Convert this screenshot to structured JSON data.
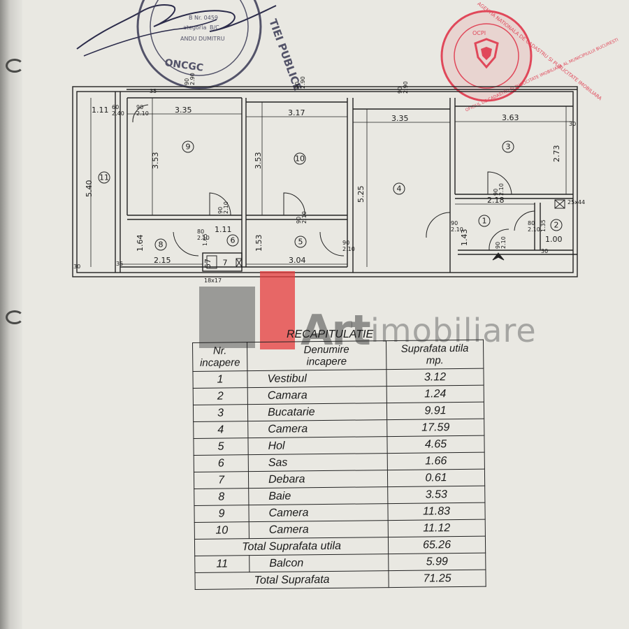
{
  "plan": {
    "dims_h": [
      {
        "id": "d1",
        "text": "3.35"
      },
      {
        "id": "d2",
        "text": "3.17"
      },
      {
        "id": "d3",
        "text": "3.35"
      },
      {
        "id": "d4",
        "text": "3.63"
      },
      {
        "id": "d5",
        "text": "1.11"
      },
      {
        "id": "d6",
        "text": "2.18"
      },
      {
        "id": "d7",
        "text": "2.15"
      },
      {
        "id": "d8",
        "text": "3.04"
      },
      {
        "id": "d9",
        "text": "1.11"
      },
      {
        "id": "d10",
        "text": "1.00"
      },
      {
        "id": "d11",
        "text": "30"
      },
      {
        "id": "d12",
        "text": "30"
      },
      {
        "id": "d13",
        "text": "35"
      },
      {
        "id": "d14",
        "text": "35"
      },
      {
        "id": "d15",
        "text": "30"
      },
      {
        "id": "d16",
        "text": "25x44"
      },
      {
        "id": "d17",
        "text": "18x17"
      }
    ],
    "dims_v": [
      {
        "id": "v1",
        "text": "3.53"
      },
      {
        "id": "v2",
        "text": "3.53"
      },
      {
        "id": "v3",
        "text": "5.25"
      },
      {
        "id": "v4",
        "text": "2.73"
      },
      {
        "id": "v5",
        "text": "5.40"
      },
      {
        "id": "v6",
        "text": "1.64"
      },
      {
        "id": "v7",
        "text": "1.53"
      },
      {
        "id": "v8",
        "text": "1.05"
      },
      {
        "id": "v9",
        "text": "1.43"
      },
      {
        "id": "v10",
        "text": "1.35"
      },
      {
        "id": "v11",
        "text": "57"
      }
    ],
    "door_labels": [
      {
        "id": "w1",
        "top": "60",
        "bottom": "2.40"
      },
      {
        "id": "w2",
        "top": "90",
        "bottom": "2.90"
      },
      {
        "id": "w3",
        "top": "90",
        "bottom": "2.90"
      },
      {
        "id": "w4",
        "top": "90",
        "bottom": "2.90"
      },
      {
        "id": "w5",
        "top": "90",
        "bottom": "2.10"
      },
      {
        "id": "w6",
        "top": "90",
        "bottom": "2.10"
      },
      {
        "id": "w7",
        "top": "90",
        "bottom": "2.10"
      },
      {
        "id": "w8",
        "top": "90",
        "bottom": "2.10"
      },
      {
        "id": "w9",
        "top": "90",
        "bottom": "2.10"
      },
      {
        "id": "w10",
        "top": "80",
        "bottom": "2.10"
      },
      {
        "id": "w11",
        "top": "90",
        "bottom": "2.10"
      },
      {
        "id": "w12",
        "top": "80",
        "bottom": "2.10"
      },
      {
        "id": "w13",
        "top": "90",
        "bottom": "2.10"
      }
    ],
    "room_numbers": [
      "1",
      "2",
      "3",
      "4",
      "5",
      "6",
      "7",
      "8",
      "9",
      "10",
      "11"
    ]
  },
  "stamps": {
    "left_lines": [
      "TIEI PUBLICE",
      "ONCGC",
      "B Nr. 0459",
      "ategoria",
      "ANDU DUMITRU",
      "B/C"
    ],
    "right_lines": [
      "AGENTIA NATIONALA DE CADASTRU SI PUBLICITATE IMOBILIARA",
      "OFICIUL DE CADASTRU SI PUBLICITATE IMOBILIARA AL MUNICIPIULUI BUCURESTI",
      "OCPI"
    ]
  },
  "watermark": {
    "art": "Art",
    "imob": "imobiliare"
  },
  "recap": {
    "title": "RECAPITULATIE",
    "headers": {
      "nr": [
        "Nr.",
        "incapere"
      ],
      "name": [
        "Denumire",
        "incapere"
      ],
      "area": [
        "Suprafata utila",
        "mp."
      ]
    },
    "rows": [
      {
        "nr": "1",
        "name": "Vestibul",
        "area": "3.12"
      },
      {
        "nr": "2",
        "name": "Camara",
        "area": "1.24"
      },
      {
        "nr": "3",
        "name": "Bucatarie",
        "area": "9.91"
      },
      {
        "nr": "4",
        "name": "Camera",
        "area": "17.59"
      },
      {
        "nr": "5",
        "name": "Hol",
        "area": "4.65"
      },
      {
        "nr": "6",
        "name": "Sas",
        "area": "1.66"
      },
      {
        "nr": "7",
        "name": "Debara",
        "area": "0.61"
      },
      {
        "nr": "8",
        "name": "Baie",
        "area": "3.53"
      },
      {
        "nr": "9",
        "name": "Camera",
        "area": "11.83"
      },
      {
        "nr": "10",
        "name": "Camera",
        "area": "11.12"
      }
    ],
    "total_utila": {
      "label": "Total Suprafata utila",
      "area": "65.26"
    },
    "balcon": {
      "nr": "11",
      "name": "Balcon",
      "area": "5.99"
    },
    "total": {
      "label": "Total Suprafata",
      "area": "71.25"
    }
  }
}
